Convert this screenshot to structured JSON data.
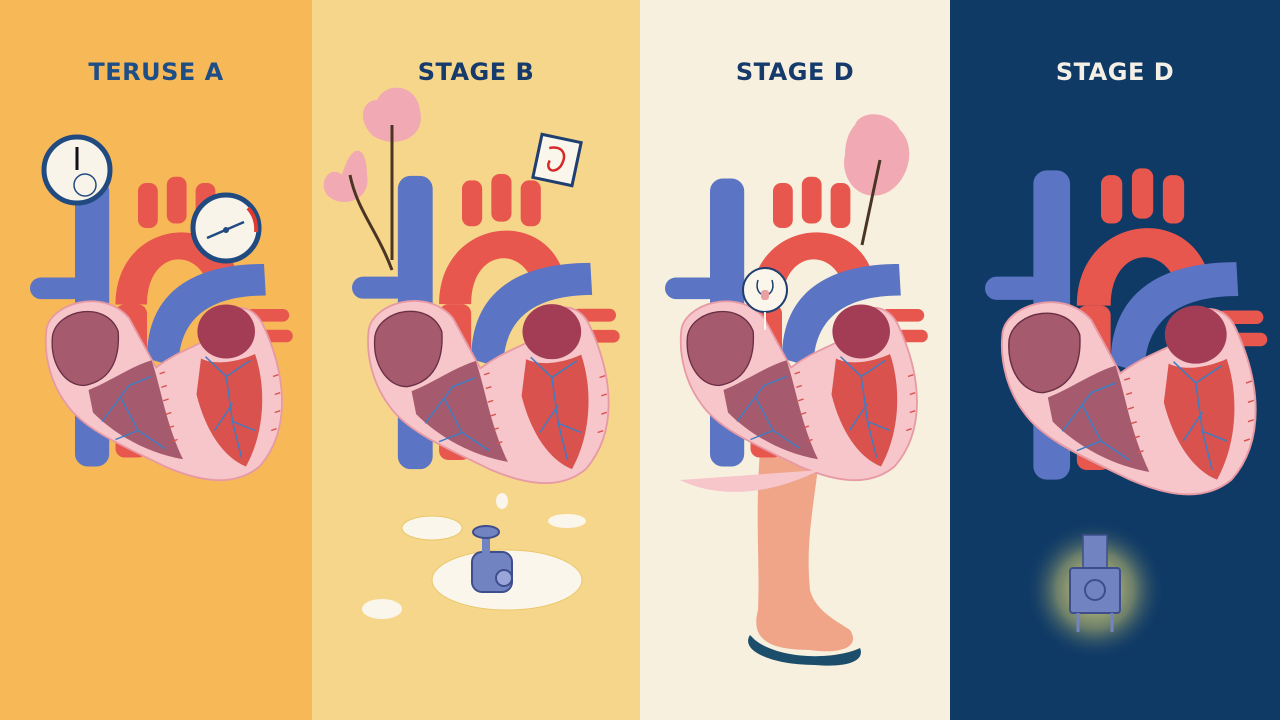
{
  "infographic": {
    "panels": [
      {
        "title": "TERUSE A",
        "bg": "#F7B858",
        "title_color": "#1E4E86",
        "accessories": [
          "pressure-gauge-clock",
          "pressure-gauge-dial"
        ]
      },
      {
        "title": "STAGE B",
        "bg": "#F6D68A",
        "title_color": "#153A6B",
        "accessories": [
          "pink-blossom-tree",
          "framed-sign",
          "fluid-puddles",
          "valve-device"
        ]
      },
      {
        "title": "STAGE D",
        "bg": "#F8F0DE",
        "title_color": "#153A6B",
        "accessories": [
          "pink-blossom-tree",
          "lung-badge",
          "swollen-leg-sandal"
        ]
      },
      {
        "title": "STAGE D",
        "bg": "#0F3A66",
        "title_color": "#F5F0E6",
        "accessories": [
          "glowing-implant-device"
        ]
      }
    ],
    "colors": {
      "artery": "#E8574E",
      "vein": "#5B74C4",
      "heart_wall": "#F6C6CB",
      "chamber": "#A65A6E",
      "muscle": "#D9524E",
      "vessel_lines": "#3C7DC4"
    }
  }
}
